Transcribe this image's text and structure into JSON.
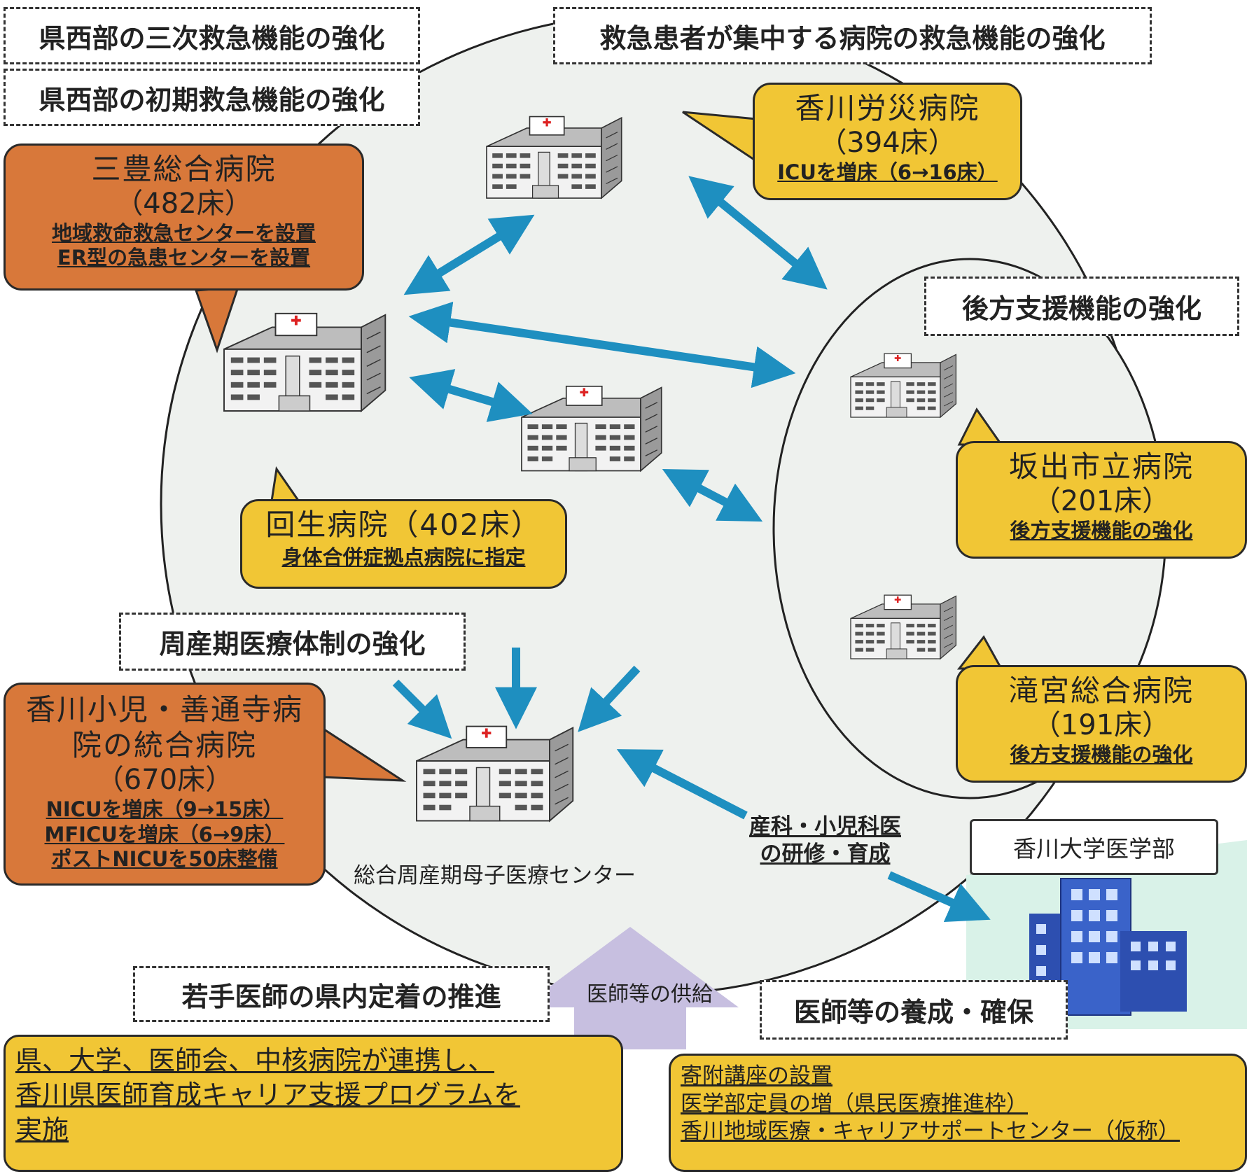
{
  "labels": {
    "west_tertiary": "県西部の三次救急機能の強化",
    "west_primary": "県西部の初期救急機能の強化",
    "concentrated": "救急患者が集中する病院の救急機能の強化",
    "backup": "後方支援機能の強化",
    "perinatal": "周産期医療体制の強化",
    "young_doctors": "若手医師の県内定着の推進",
    "training": "医師等の養成・確保"
  },
  "hospitals": {
    "mitoyo": {
      "name": "三豊総合病院",
      "beds": "（482床）",
      "notes": [
        "地域救命救急センターを設置",
        "ER型の急患センターを設置"
      ]
    },
    "rosai": {
      "name": "香川労災病院",
      "beds": "（394床）",
      "notes": [
        "ICUを増床（6→16床）"
      ]
    },
    "kaisei": {
      "name": "回生病院（402床）",
      "notes": [
        "身体合併症拠点病院に指定"
      ]
    },
    "sakaide": {
      "name": "坂出市立病院",
      "beds": "（201床）",
      "notes": [
        "後方支援機能の強化"
      ]
    },
    "takinomiya": {
      "name": "滝宮総合病院",
      "beds": "（191床）",
      "notes": [
        "後方支援機能の強化"
      ]
    },
    "kagawa_child": {
      "name_lines": [
        "香川小児・善通寺病",
        "院の統合病院"
      ],
      "beds": "（670床）",
      "notes": [
        "NICUを増床（9→15床）",
        "MFICUを増床（6→9床）",
        "ポストNICUを50床整備"
      ]
    }
  },
  "center_label": "総合周産期母子医療センター",
  "university": "香川大学医学部",
  "training_arrow_label": [
    "産科・小児科医",
    "の研修・育成"
  ],
  "supply_label": "医師等の供給",
  "bottom_left": [
    "県、大学、医師会、中核病院が連携し、",
    "香川県医師育成キャリア支援プログラムを",
    "実施"
  ],
  "bottom_right": [
    "寄附講座の設置",
    "医学部定員の増（県民医療推進枠）",
    "香川地域医療・キャリアサポートセンター（仮称）"
  ],
  "colors": {
    "arrow": "#1e8fc0",
    "orange": "#d8783a",
    "yellow": "#f1c635",
    "circle_fill": "#eef1ee",
    "supply_arrow": "#c7bfe0"
  }
}
